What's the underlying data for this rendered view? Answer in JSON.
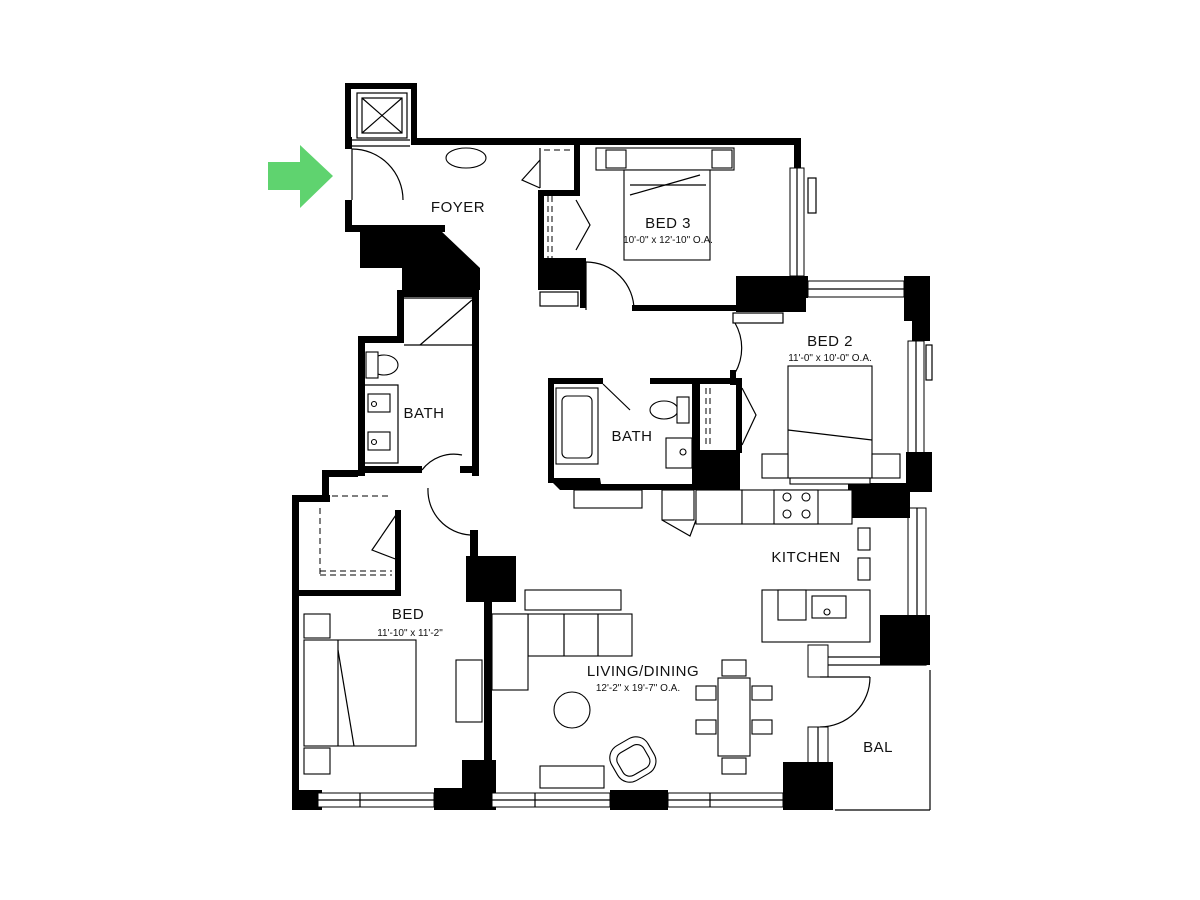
{
  "rooms": {
    "foyer": {
      "name": "FOYER"
    },
    "bed3": {
      "name": "BED 3",
      "dims": "10'-0\" x 12'-10\" O.A."
    },
    "bed2": {
      "name": "BED 2",
      "dims": "11'-0\" x 10'-0\" O.A."
    },
    "bath1": {
      "name": "BATH"
    },
    "bath2": {
      "name": "BATH"
    },
    "kitchen": {
      "name": "KITCHEN"
    },
    "bed": {
      "name": "BED",
      "dims": "11'-10\" x 11'-2\""
    },
    "living": {
      "name": "LIVING/DINING",
      "dims": "12'-2\" x 19'-7\" O.A."
    },
    "balcony": {
      "name": "BAL"
    }
  },
  "colors": {
    "entry_arrow": "#5fd36f",
    "walls": "#000000",
    "background": "#ffffff"
  },
  "icons": {
    "entry": "entry-arrow-icon"
  }
}
